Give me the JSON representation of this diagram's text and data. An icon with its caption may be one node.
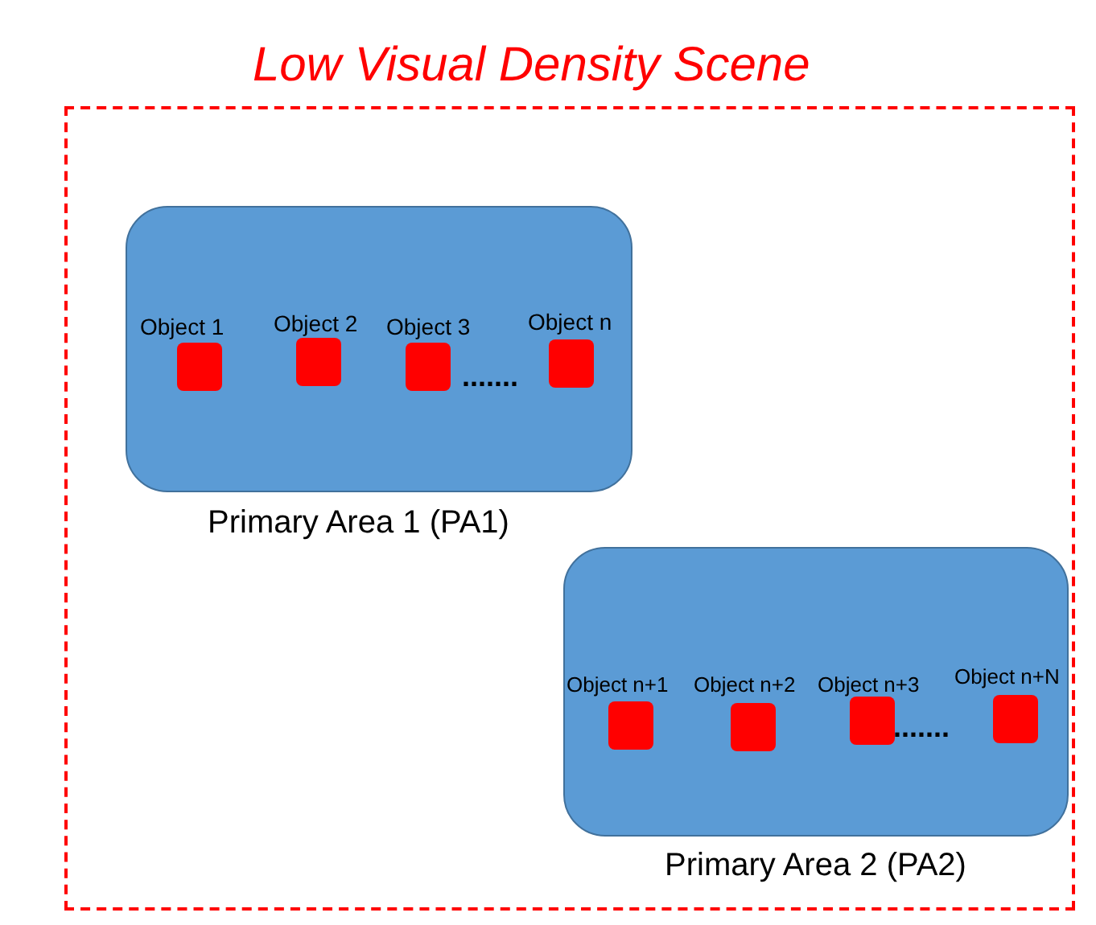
{
  "diagram": {
    "nodes": [
      {
        "text": [
          "Low Visual Density Scene"
        ]
      },
      {
        "text": [
          "Primary Area 1 (PA1)"
        ],
        "in": 0
      },
      {
        "text": [
          "Object 1"
        ],
        "in": 1
      },
      {
        "text": [
          "Object 2"
        ],
        "in": 1
      },
      {
        "text": [
          "Object 3"
        ],
        "in": 1
      },
      {
        "text": [
          "Object n"
        ],
        "in": 1
      },
      {
        "text": [
          "Primary Area 2 (PA2)"
        ],
        "in": 0
      },
      {
        "text": [
          "Object n+1"
        ],
        "in": 6
      },
      {
        "text": [
          "Object n+2"
        ],
        "in": 6
      },
      {
        "text": [
          "Object n+3"
        ],
        "in": 6
      },
      {
        "text": [
          "Object n+N"
        ],
        "in": 6
      }
    ],
    "edges": [],
    "labels": [
      ".......",
      "......."
    ]
  }
}
